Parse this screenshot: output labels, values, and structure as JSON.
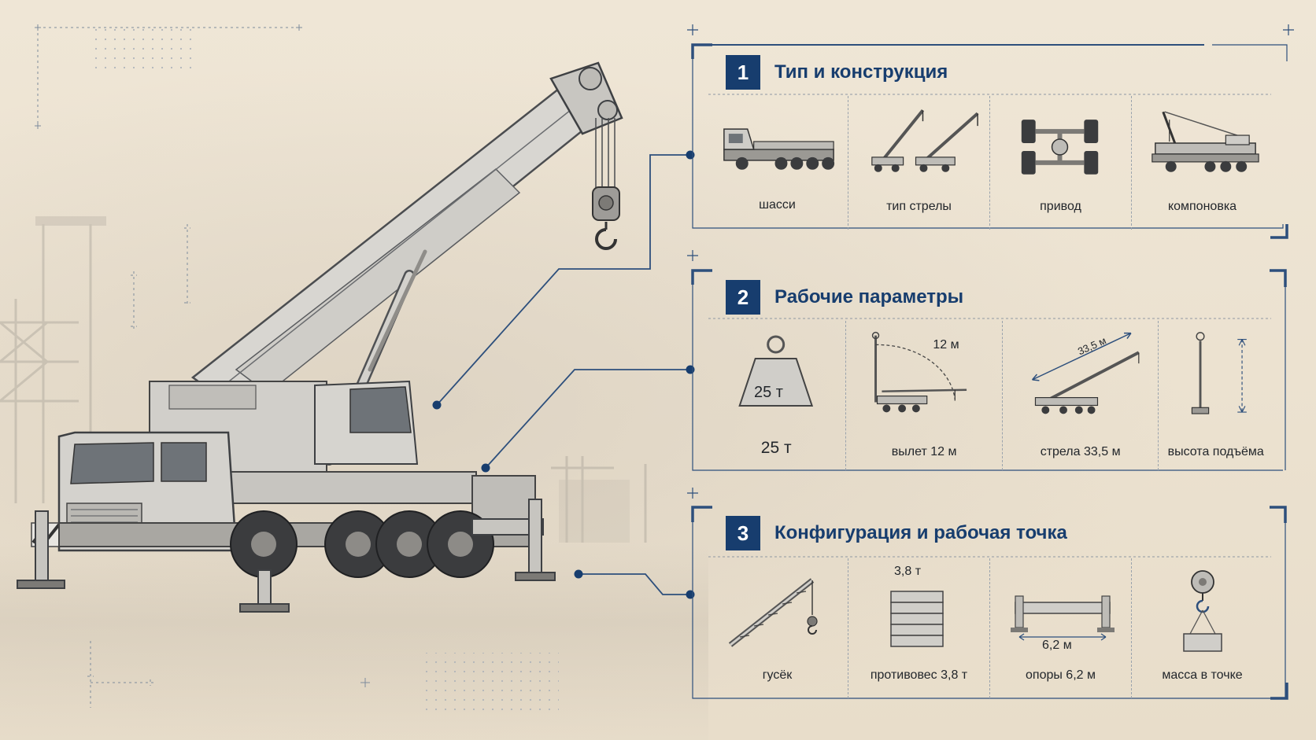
{
  "panels": [
    {
      "number": "1",
      "title": "Тип и конструкция",
      "items": [
        {
          "label": "шасси",
          "icon": "truck-chassis-icon"
        },
        {
          "label": "тип стрелы",
          "icon": "boom-type-icon"
        },
        {
          "label": "привод",
          "icon": "drivetrain-icon"
        },
        {
          "label": "компоновка",
          "icon": "crane-layout-icon"
        }
      ]
    },
    {
      "number": "2",
      "title": "Рабочие параметры",
      "items": [
        {
          "label": "25 т",
          "icon": "weight-icon",
          "inset": "25 т"
        },
        {
          "label": "вылет 12 м",
          "icon": "outreach-icon",
          "inset": "12 м"
        },
        {
          "label": "стрела 33,5 м",
          "icon": "boom-length-icon",
          "inset": "33,5 м"
        },
        {
          "label": "высота подъёма",
          "icon": "lift-height-icon"
        }
      ]
    },
    {
      "number": "3",
      "title": "Конфигурация и рабочая точка",
      "items": [
        {
          "label": "гусёк",
          "icon": "jib-icon"
        },
        {
          "label": "противовес 3,8 т",
          "icon": "counterweight-icon",
          "inset": "3,8 т"
        },
        {
          "label": "опоры 6,2 м",
          "icon": "outriggers-icon",
          "inset": "6,2 м"
        },
        {
          "label": "масса в точке",
          "icon": "hook-load-icon"
        }
      ]
    }
  ],
  "colors": {
    "accent": "#173d6e",
    "background": "#efe6d6",
    "line": "#2d4f7c"
  }
}
